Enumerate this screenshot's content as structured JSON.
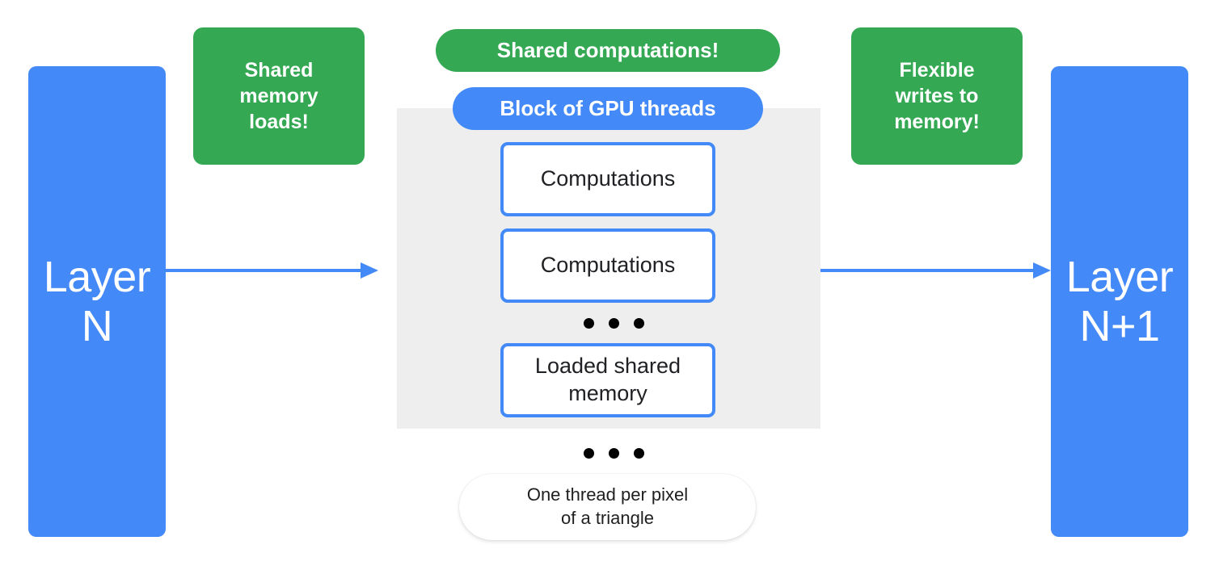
{
  "diagram": {
    "title": "GPU shared-memory block diagram",
    "colors": {
      "blue": "#4489f8",
      "green": "#35a853",
      "gray_block": "#eeeeee",
      "white": "#ffffff",
      "text_dark": "#202124"
    }
  },
  "layers": {
    "left": {
      "label": "Layer\nN"
    },
    "right": {
      "label": "Layer\nN+1"
    }
  },
  "callouts": {
    "shared_memory_loads": "Shared\nmemory\nloads!",
    "flexible_writes": "Flexible\nwrites to\nmemory!"
  },
  "pills": {
    "shared_computations": "Shared computations!",
    "block_of_gpu_threads": "Block of GPU threads",
    "one_thread_per_pixel": "One thread per pixel\nof a triangle"
  },
  "thread_boxes": [
    {
      "label": "Computations"
    },
    {
      "label": "Computations"
    },
    {
      "label": "Loaded shared\nmemory"
    }
  ],
  "ellipses": {
    "inner": "• • •",
    "outer": "• • •"
  },
  "arrows": {
    "left": {
      "label": "layer-n-to-block"
    },
    "right": {
      "label": "block-to-layer-n1"
    }
  }
}
